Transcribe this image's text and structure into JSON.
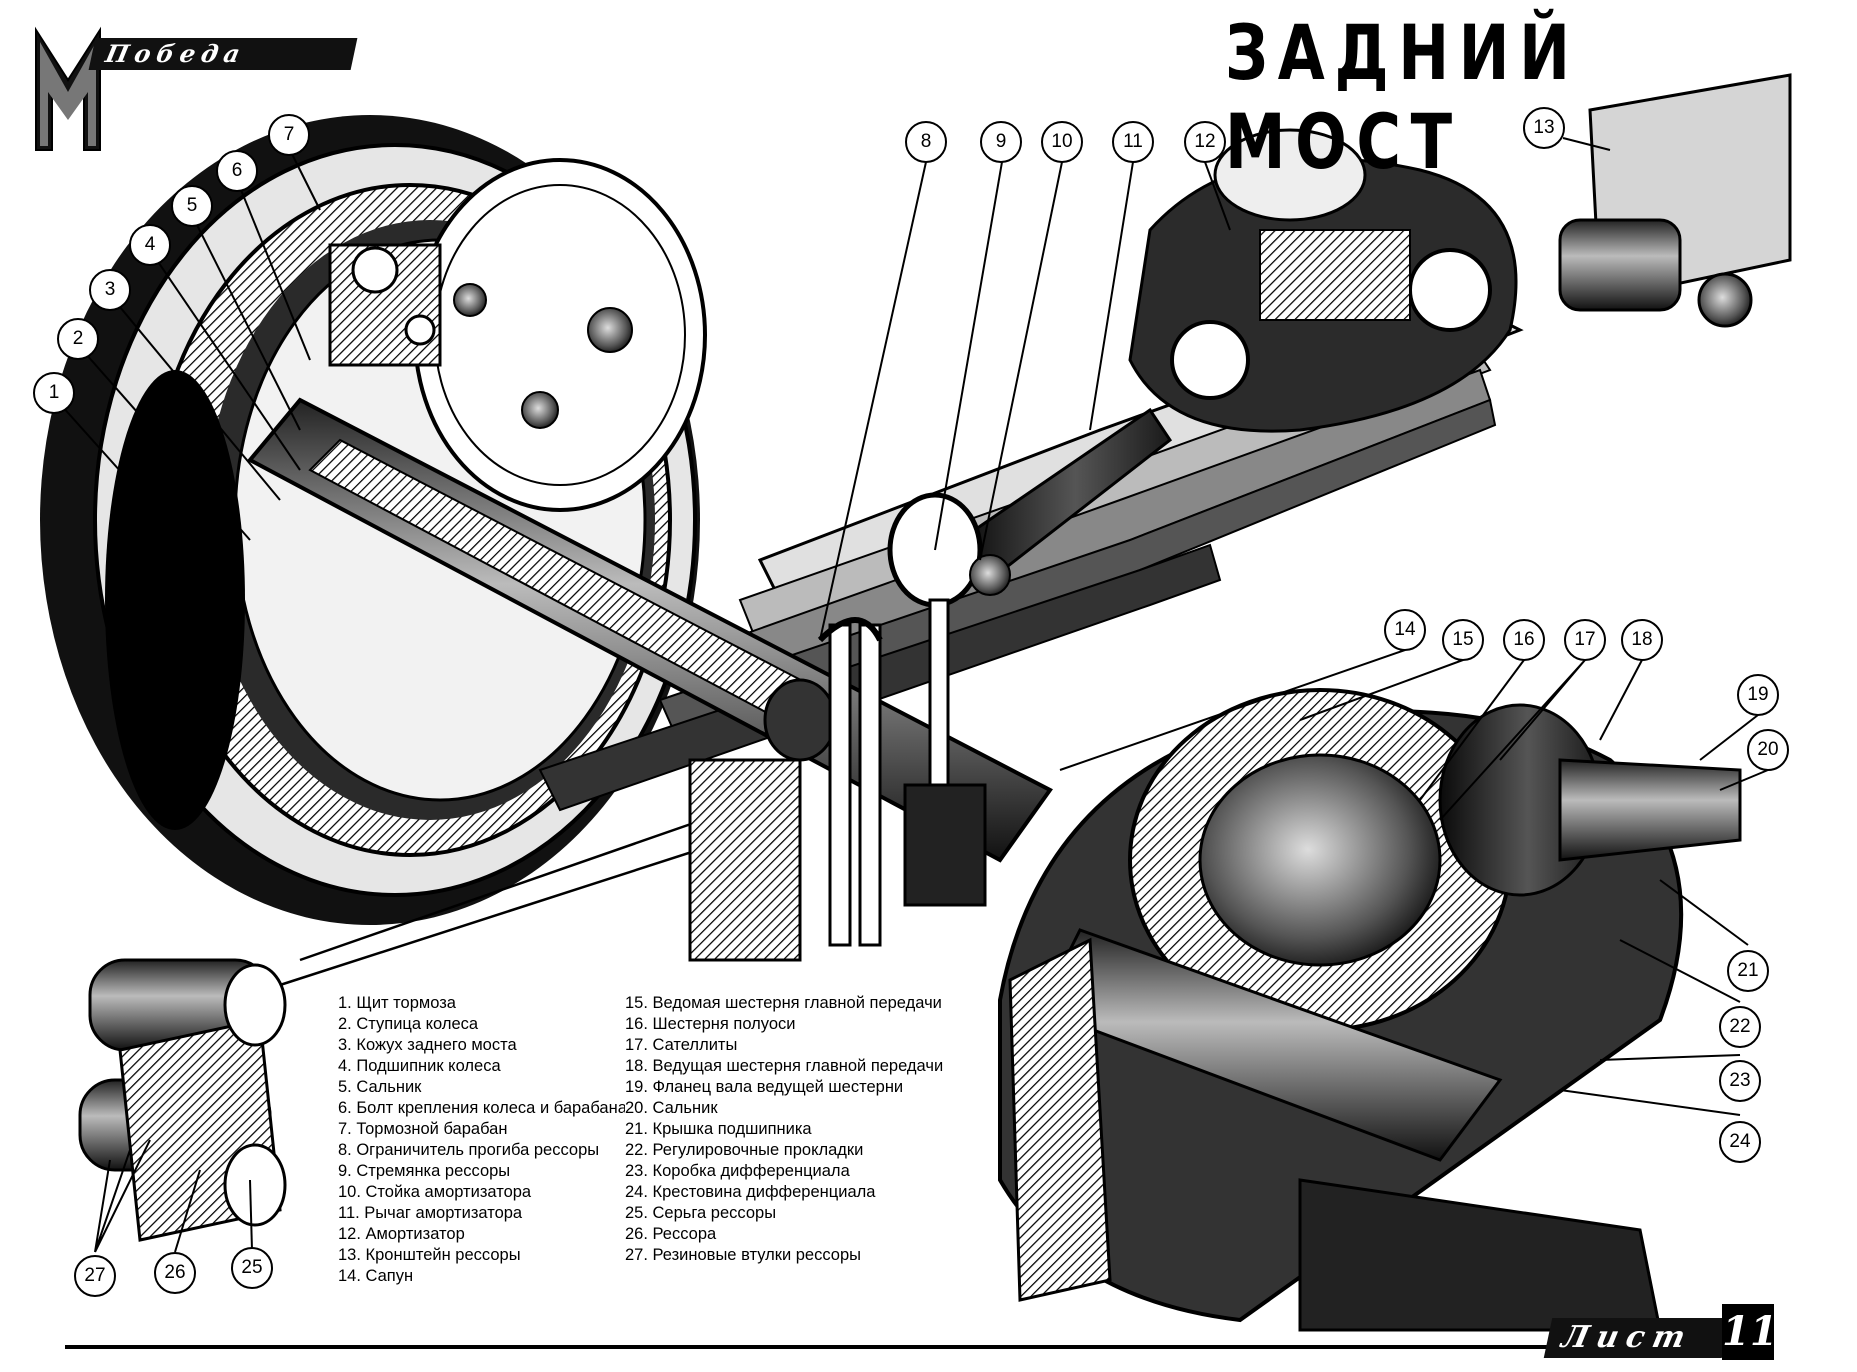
{
  "header": {
    "title": "ЗАДНИЙ МОСТ",
    "brand": "Победа",
    "logo_letter": "M"
  },
  "footer": {
    "sheet_label": "Лист",
    "sheet_number": "11"
  },
  "callouts": [
    "1",
    "2",
    "3",
    "4",
    "5",
    "6",
    "7",
    "8",
    "9",
    "10",
    "11",
    "12",
    "13",
    "14",
    "15",
    "16",
    "17",
    "18",
    "19",
    "20",
    "21",
    "22",
    "23",
    "24",
    "25",
    "26",
    "27"
  ],
  "legend": [
    "1. Щит тормоза",
    "2. Ступица колеса",
    "3. Кожух заднего моста",
    "4. Подшипник колеса",
    "5. Сальник",
    "6. Болт крепления колеса и барабана",
    "7. Тормозной барабан",
    "8. Ограничитель прогиба рессоры",
    "9. Стремянка рессоры",
    "10. Стойка амортизатора",
    "11. Рычаг амортизатора",
    "12. Амортизатор",
    "13. Кронштейн рессоры",
    "14. Сапун",
    "15. Ведомая шестерня главной передачи",
    "16. Шестерня полуоси",
    "17. Сателлиты",
    "18. Ведущая шестерня главной передачи",
    "19. Фланец вала ведущей шестерни",
    "20. Сальник",
    "21. Крышка подшипника",
    "22. Регулировочные прокладки",
    "23. Коробка дифференциала",
    "24. Крестовина дифференциала",
    "25. Серьга рессоры",
    "26. Рессора",
    "27. Резиновые втулки рессоры"
  ],
  "colors": {
    "ink": "#000000",
    "paper": "#ffffff"
  }
}
